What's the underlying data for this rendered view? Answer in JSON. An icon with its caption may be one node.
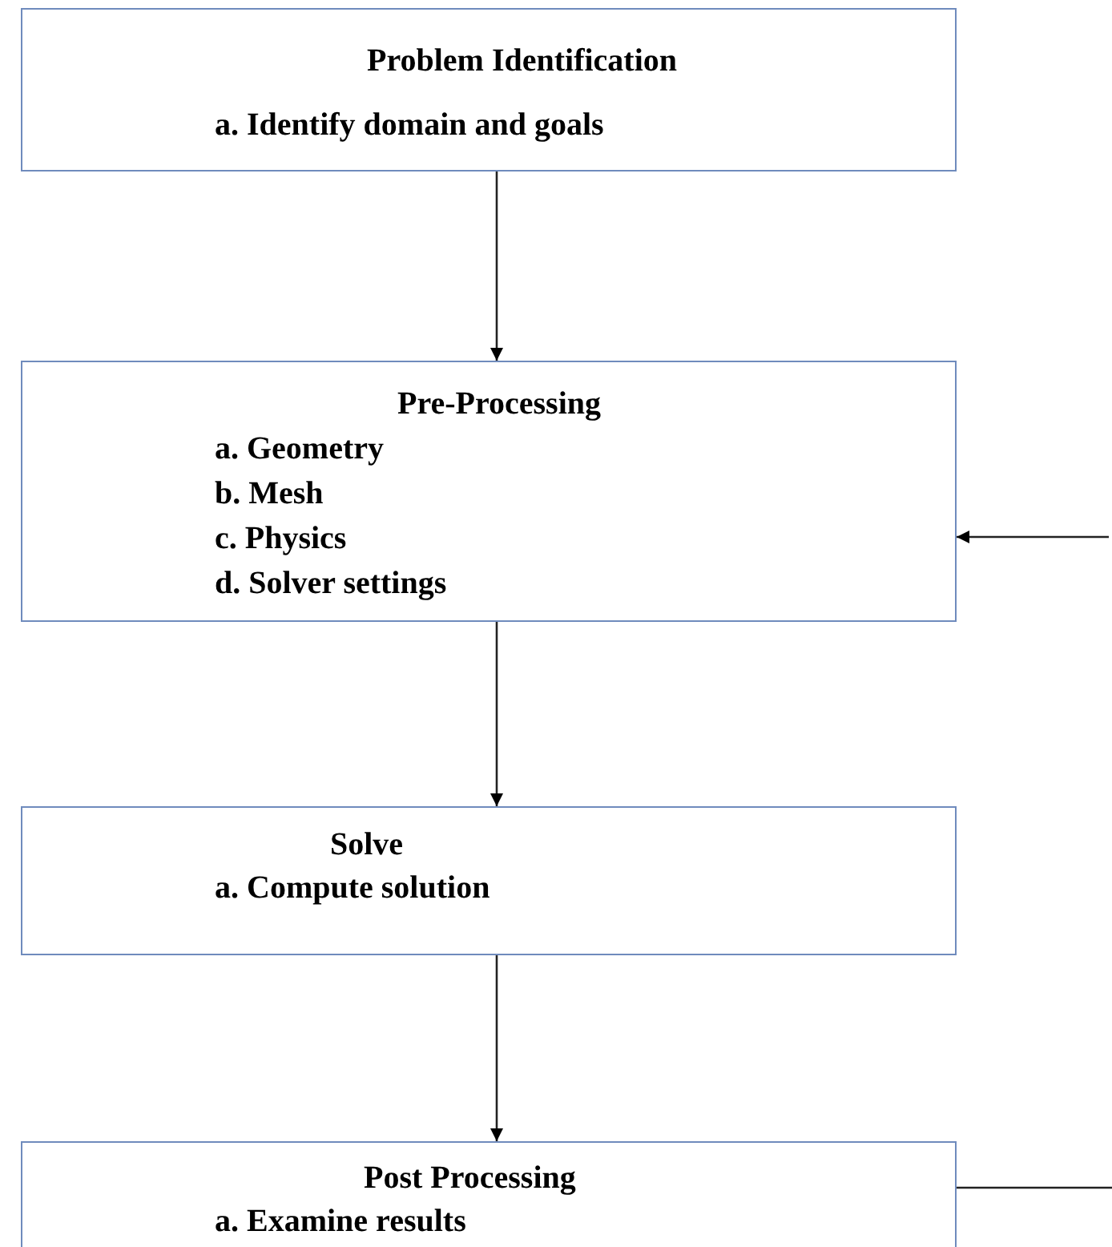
{
  "diagram": {
    "nodes": [
      {
        "text": [
          "Problem Identification",
          "a. Identify domain and goals"
        ]
      },
      {
        "text": [
          "Pre-Processing",
          "a. Geometry",
          "b. Mesh",
          "c. Physics",
          "d. Solver settings"
        ]
      },
      {
        "text": [
          "Solve",
          "a. Compute solution"
        ]
      },
      {
        "text": [
          "Post Processing",
          "a. Examine results"
        ]
      }
    ],
    "edges": [
      {
        "from": 0,
        "to": 1,
        "arrow": "to"
      },
      {
        "from": 1,
        "to": 2,
        "arrow": "to"
      },
      {
        "from": 2,
        "to": 3,
        "arrow": "to"
      },
      {
        "from": null,
        "to": 1,
        "arrow": "to"
      },
      {
        "from": 3,
        "to": null,
        "arrow": "none"
      }
    ]
  }
}
